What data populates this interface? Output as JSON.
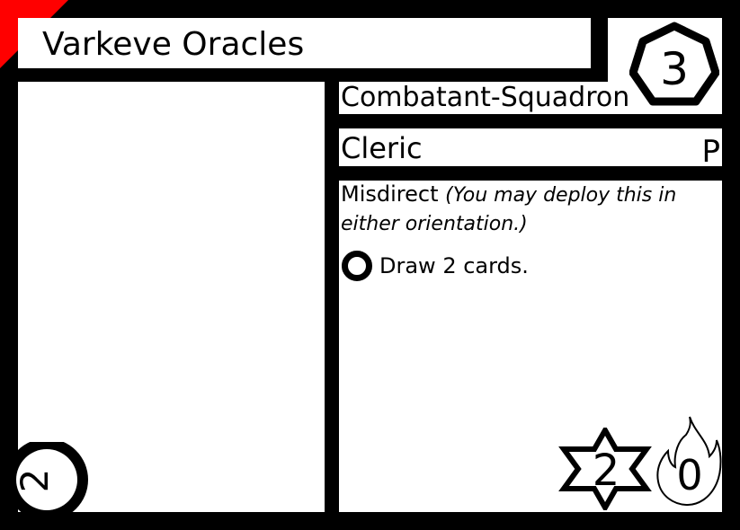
{
  "card": {
    "name": "Varkeve Oracles",
    "type": "Combatant-Squadron",
    "class": "Cleric",
    "class_letter": "P",
    "cost": "3",
    "rules": {
      "keyword": "Misdirect",
      "reminder": "(You may deploy this in either orientation.)",
      "ability": "Draw 2 cards."
    },
    "power": "2",
    "heat": "0",
    "corner_number": "2"
  },
  "colors": {
    "frame": "#000000",
    "panel": "#ffffff",
    "corner_flag": "#ff0000"
  },
  "icons": {
    "cost": "heptagon-icon",
    "ability": "ring-icon",
    "power": "six-point-star-icon",
    "heat": "flame-icon",
    "corner": "circle-icon"
  }
}
